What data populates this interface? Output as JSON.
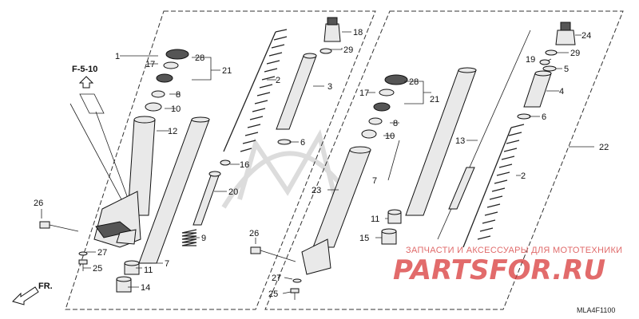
{
  "reference": {
    "label": "F-5-10"
  },
  "direction": {
    "label": "FR."
  },
  "diagram_code": "MLA4F1100",
  "watermark": {
    "tagline": "ЗАПЧАСТИ И АКСЕССУАРЫ ДЛЯ МОТОТЕХНИКИ",
    "logo": "PARTSFOR.RU"
  },
  "callouts_left": {
    "c1": "1",
    "c2": "2",
    "c3": "3",
    "c6": "6",
    "c8": "8",
    "c9": "9",
    "c10": "10",
    "c11": "11",
    "c12": "12",
    "c14": "14",
    "c16": "16",
    "c17": "17",
    "c20": "20",
    "c21": "21",
    "c25": "25",
    "c26": "26",
    "c27": "27",
    "c28": "28",
    "c7": "7",
    "c18": "18",
    "c29": "29"
  },
  "callouts_right": {
    "c4": "4",
    "c5": "5",
    "c6": "6",
    "c7": "7",
    "c8": "8",
    "c10": "10",
    "c11": "11",
    "c13": "13",
    "c15": "15",
    "c17": "17",
    "c19": "19",
    "c2": "2",
    "c21": "21",
    "c22": "22",
    "c23": "23",
    "c24": "24",
    "c25": "25",
    "c26": "26",
    "c27": "27",
    "c28": "28",
    "c29": "29"
  },
  "colors": {
    "watermark": "#d93a3a",
    "line": "#111111"
  }
}
